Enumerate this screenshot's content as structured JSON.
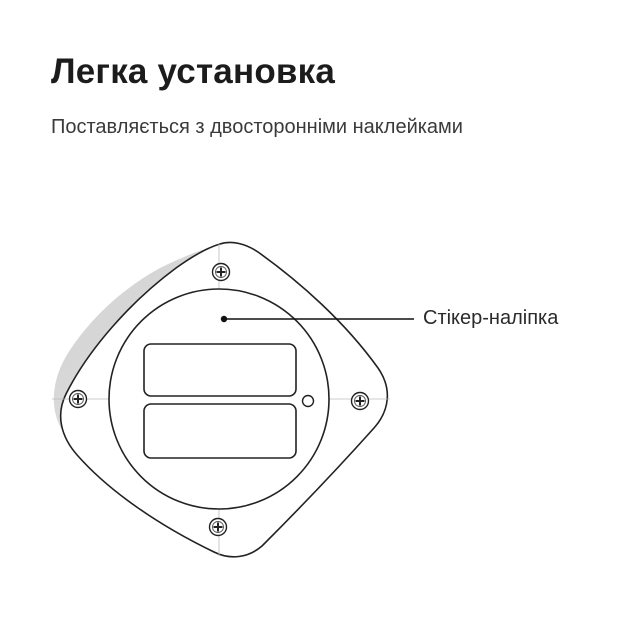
{
  "header": {
    "title": "Легка установка",
    "subtitle": "Поставляється з двосторонніми наклейками"
  },
  "diagram": {
    "callout_label": "Стікер-наліпка",
    "icons": [
      "screw-icon",
      "screw-icon",
      "screw-icon",
      "screw-icon"
    ],
    "colors": {
      "stroke": "#222222",
      "shadow": "#dcdcdc",
      "fill": "#ffffff"
    }
  }
}
